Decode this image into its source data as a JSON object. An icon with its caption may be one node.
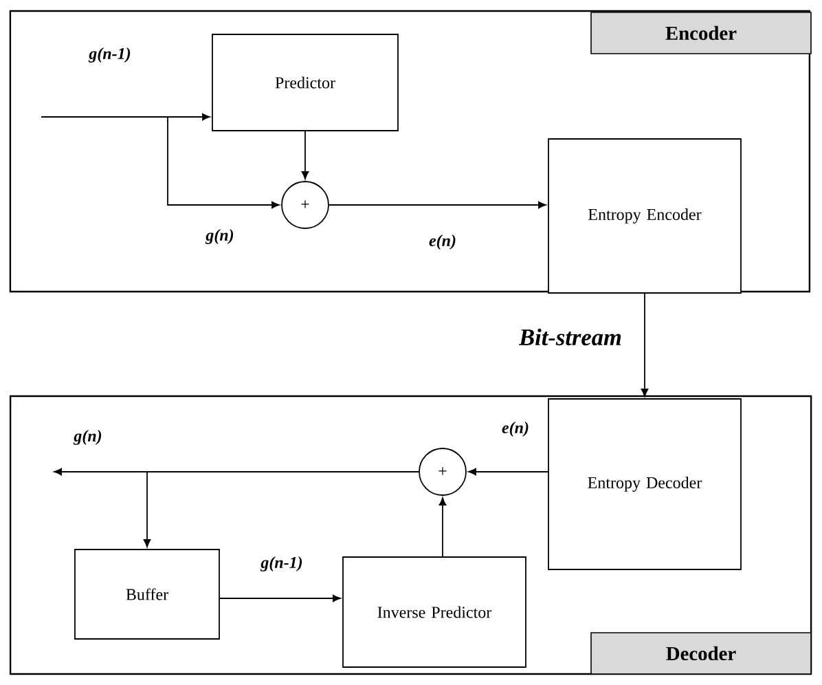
{
  "diagram": {
    "nodes": [
      {
        "text": [
          "Encoder"
        ]
      },
      {
        "text": [
          "Predictor"
        ],
        "in": 0
      },
      {
        "text": [
          "+"
        ],
        "in": 0
      },
      {
        "text": [
          "Entropy Encoder"
        ],
        "in": 0
      },
      {
        "text": [
          "Decoder"
        ]
      },
      {
        "text": [
          "Entropy Decoder"
        ],
        "in": 4
      },
      {
        "text": [
          "+"
        ],
        "in": 4
      },
      {
        "text": [
          "Buffer"
        ],
        "in": 4
      },
      {
        "text": [
          "Inverse Predictor"
        ],
        "in": 4
      }
    ],
    "edges": [
      {
        "from": null,
        "to": 1,
        "arrow": "to",
        "label": "g(n-1)"
      },
      {
        "from": null,
        "to": 2,
        "arrow": "to",
        "label": "g(n)"
      },
      {
        "from": 1,
        "to": 2,
        "arrow": "to"
      },
      {
        "from": 2,
        "to": 3,
        "arrow": "to",
        "label": "e(n)"
      },
      {
        "from": 3,
        "to": 5,
        "arrow": "to",
        "label": "Bit-stream"
      },
      {
        "from": 5,
        "to": 6,
        "arrow": "to",
        "label": "e(n)"
      },
      {
        "from": 6,
        "to": null,
        "arrow": "to",
        "label": "g(n)"
      },
      {
        "from": 6,
        "to": 7,
        "arrow": "to"
      },
      {
        "from": 7,
        "to": 8,
        "arrow": "to",
        "label": "g(n-1)"
      },
      {
        "from": 8,
        "to": 6,
        "arrow": "to"
      }
    ]
  }
}
